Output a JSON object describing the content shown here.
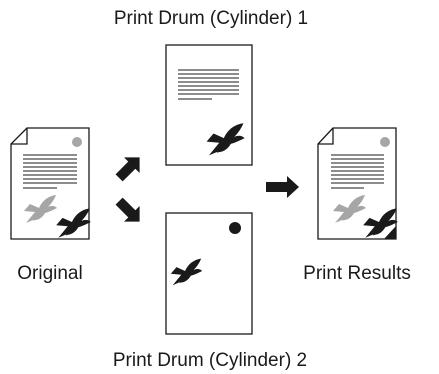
{
  "labels": {
    "drum1": "Print Drum (Cylinder) 1",
    "drum2": "Print Drum (Cylinder) 2",
    "original": "Original",
    "results": "Print Results"
  },
  "colors": {
    "ink": "#1a1a1a",
    "gray_ink": "#a6a6a6",
    "paper": "#ffffff"
  },
  "icons": {
    "fish": "goldfish-icon",
    "dot": "circle-icon",
    "arrow": "arrow-icon"
  }
}
